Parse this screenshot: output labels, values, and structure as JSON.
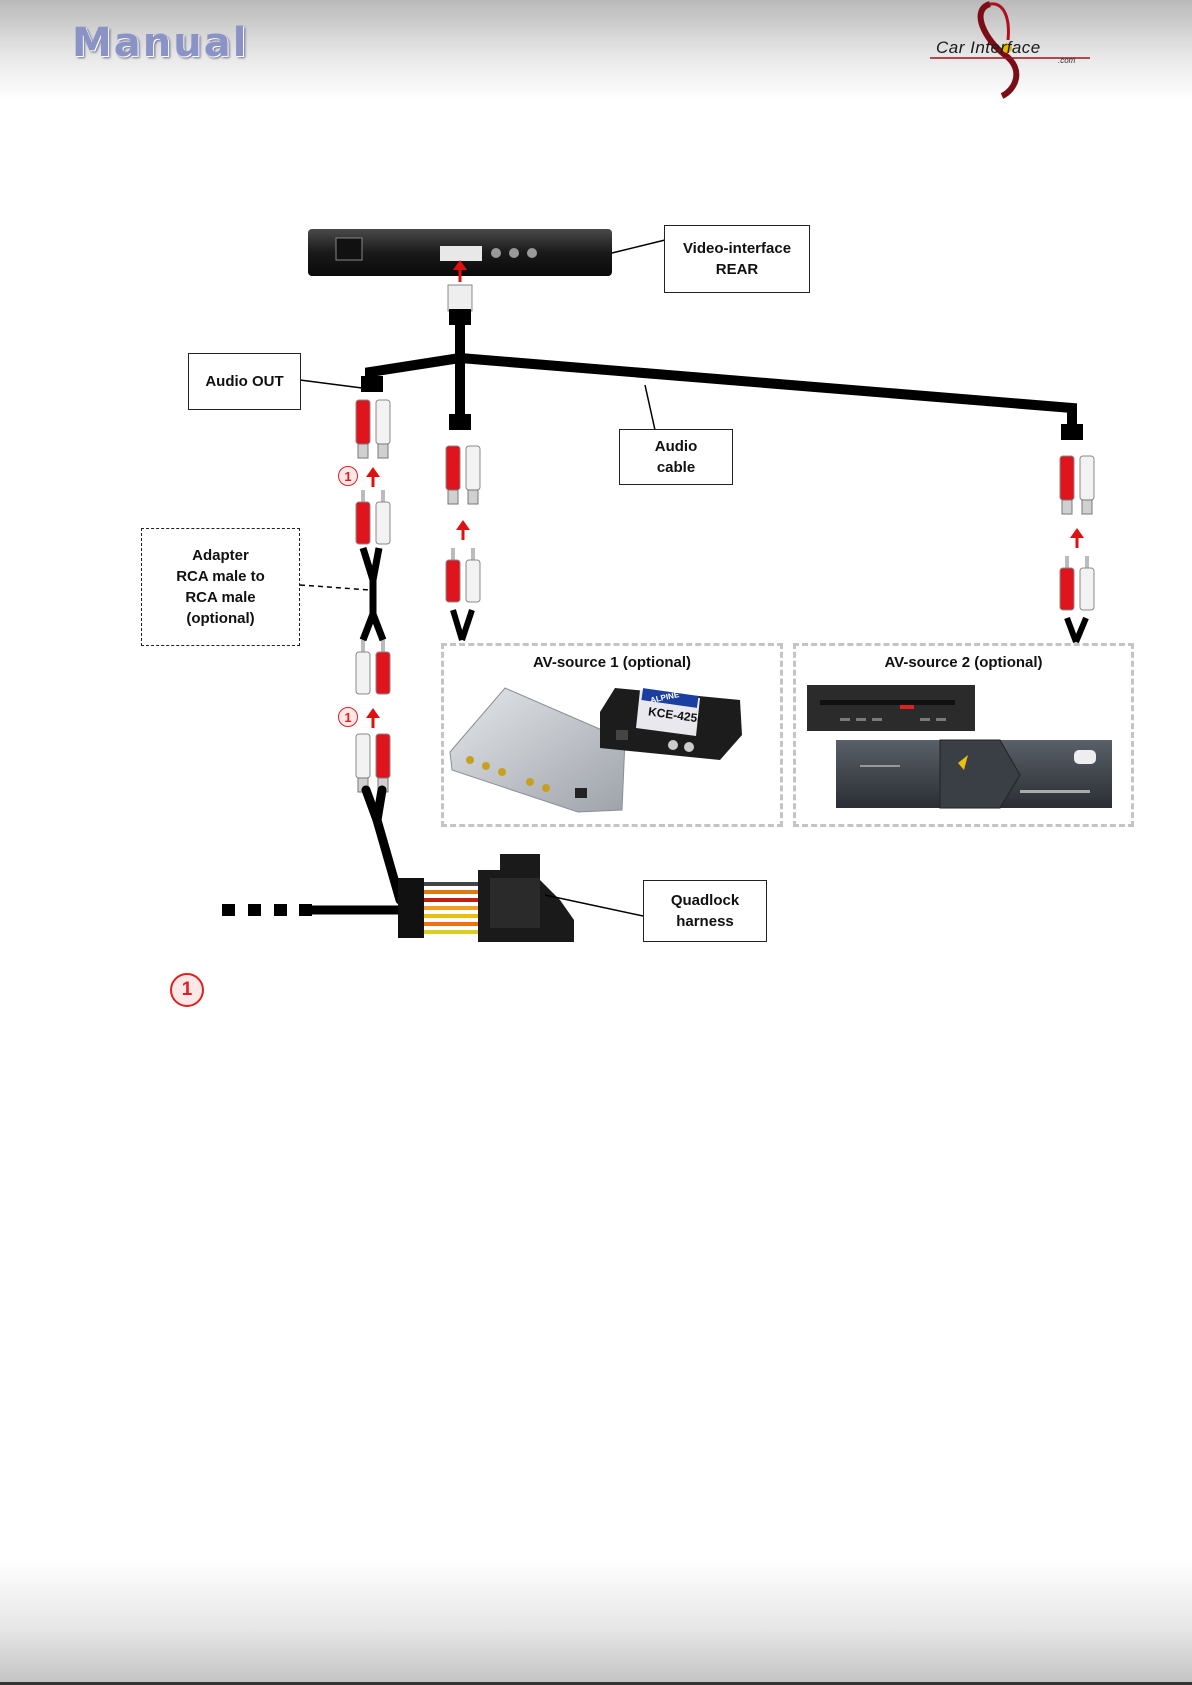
{
  "header": {
    "title": "Manual",
    "brand": "Car Interface",
    "brand_suffix": ".com"
  },
  "diagram": {
    "video_interface": "Video-interface\nREAR",
    "audio_out": "Audio OUT",
    "audio_cable": "Audio\ncable",
    "adapter": "Adapter\nRCA male to\nRCA male\n(optional)",
    "quadlock": "Quadlock\nharness",
    "av_source_1": "AV-source 1 (optional)",
    "av_source_2": "AV-source 2 (optional)",
    "kce_brand": "ALPINE",
    "kce_model": "KCE-425i",
    "step_badge": "1"
  },
  "colors": {
    "rca_red": "#e0141c",
    "rca_white": "#f2f2f2",
    "cable": "#000000",
    "arrow": "#e01010",
    "badge": "#e02020"
  }
}
